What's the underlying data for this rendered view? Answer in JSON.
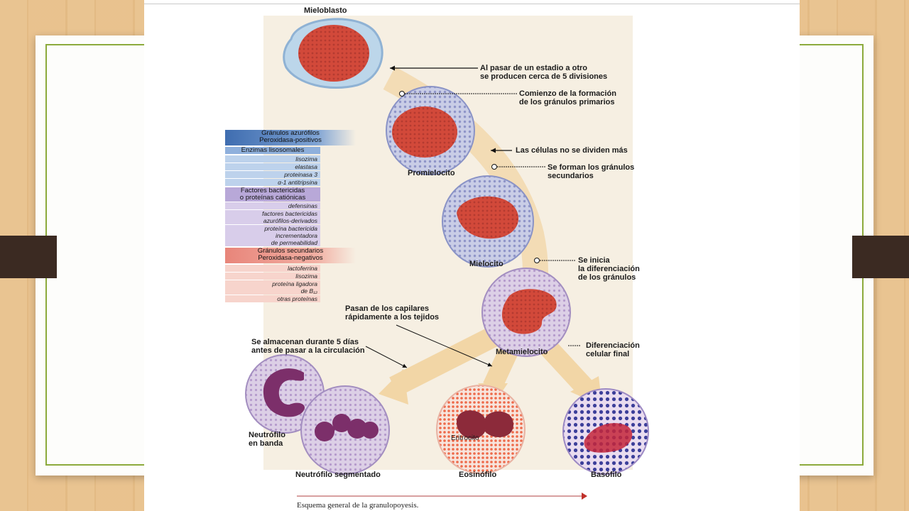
{
  "labels": {
    "mieloblasto": "Mieloblasto",
    "note_divisiones": "Al pasar de un estadio a otro\nse producen cerca de 5 divisiones",
    "note_granulos_primarios": "Comienzo de la formación\nde los gránulos primarios",
    "note_no_dividen": "Las células no se dividen más",
    "promielocito": "Promielocito",
    "note_granulos_secundarios": "Se forman los gránulos\nsecundarios",
    "mielocito": "Mielocito",
    "note_diferenciacion": "Se inicia\nla diferenciación\nde los gránulos",
    "note_capilares": "Pasan de los capilares\nrápidamente a los tejidos",
    "note_almacenan": "Se almacenan durante 5 días\nantes de pasar a la circulación",
    "metamielocito": "Metamielocito",
    "note_final": "Diferenciación\ncelular final",
    "neutrofilo_banda": "Neutrófilo\nen banda",
    "neutrofilo_segmentado": "Neutrófilo segmentado",
    "eosinofilo": "Eosinófilo",
    "basofilo": "Basófilo",
    "eritrocito": "Eritrocito"
  },
  "azurofilos": {
    "title": "Gránulos azurófilos\nPeroxidasa-positivos",
    "enzimas_header": "Enzimas lisosomales",
    "enzimas": [
      "lisozima",
      "elastasa",
      "proteinasa 3",
      "α-1 antitripsina"
    ],
    "factores_header": "Factores bactericidas\no proteínas catiónicas",
    "factores": [
      "defensinas",
      "factores bactericidas\nazurófilos-derivados",
      "proteína bactericida\nincrementadora\nde permeabilidad"
    ]
  },
  "secundarios": {
    "title": "Gránulos secundarios\nPeroxidasa-negativos",
    "items": [
      "lactoferrina",
      "lisozima",
      "proteína ligadora\nde B₁₂",
      "otras proteínas"
    ]
  },
  "caption": "Esquema general de la granulopoyesis.",
  "colors": {
    "azurophil": "#4a78b8",
    "secondary": "#e07060",
    "frame": "#8caa3c",
    "tab": "#3b2a22",
    "arrow_band": "#f2d6a6"
  }
}
